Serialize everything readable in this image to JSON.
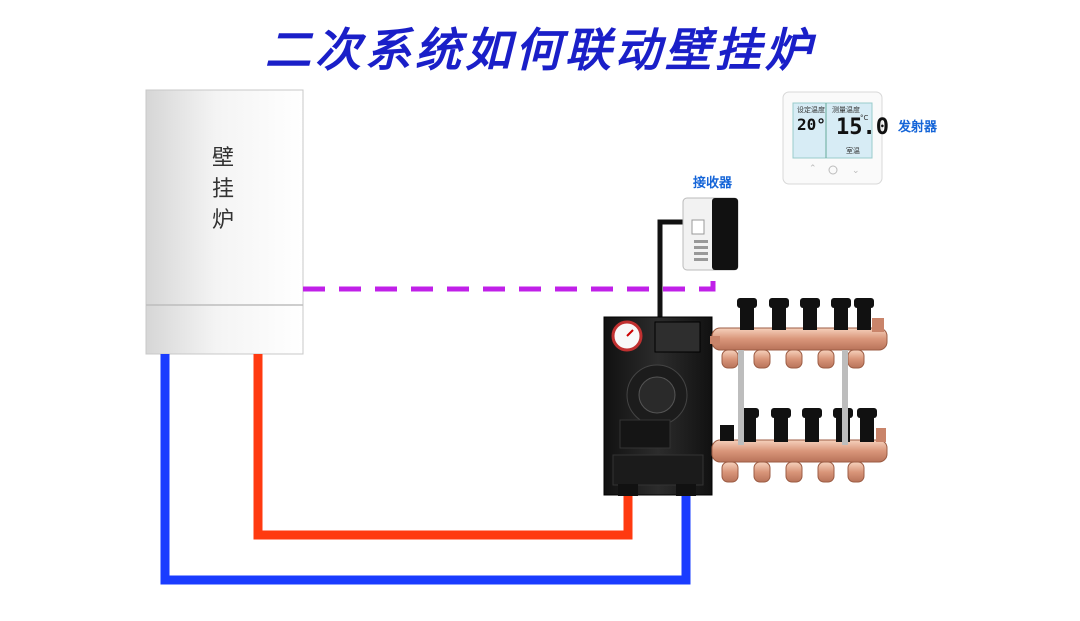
{
  "title": "二次系统如何联动壁挂炉",
  "boiler": {
    "label": "壁挂炉"
  },
  "receiver": {
    "label": "接收器"
  },
  "transmitter": {
    "label": "发射器",
    "set_temp_label": "设定温度",
    "set_temp_value": "20°",
    "measured_temp_label": "测量温度",
    "measured_temp_value": "15.0",
    "unit": "°C",
    "mode_label": "室温"
  },
  "colors": {
    "title": "#1a1fc8",
    "signal_line": "#c020e8",
    "hot_pipe": "#ff3a10",
    "cold_pipe": "#1a3cff",
    "label_blue": "#1565d8"
  }
}
